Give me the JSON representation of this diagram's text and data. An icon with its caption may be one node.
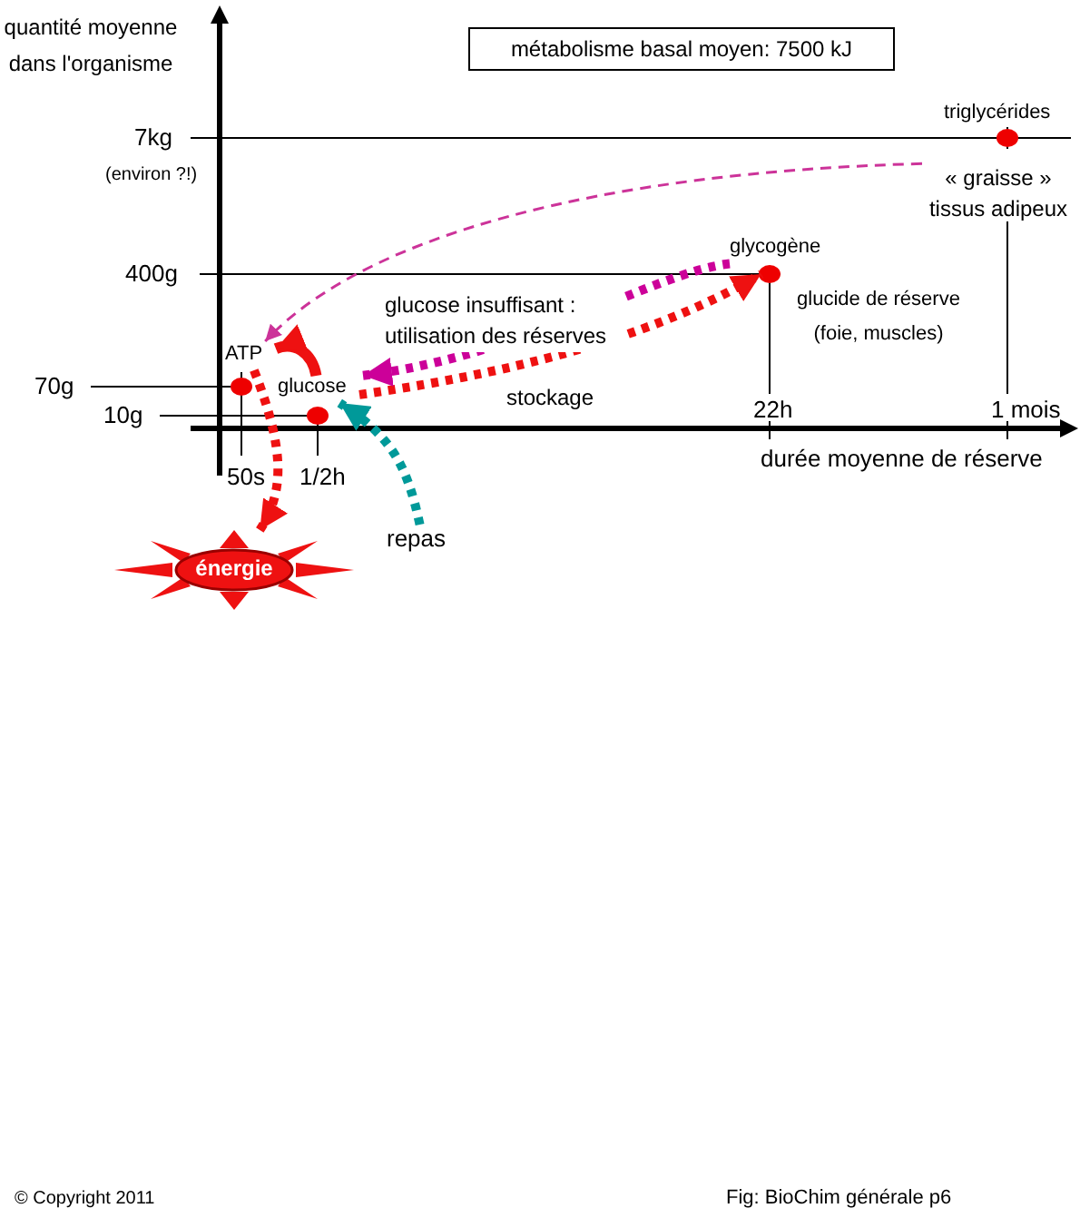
{
  "diagram": {
    "nodes": [
      {
        "text": [
          "métabolisme basal moyen: 7500 kJ"
        ]
      },
      {
        "text": [
          "triglycérides",
          "« graisse » tissus adipeux"
        ]
      },
      {
        "text": [
          "glycogène"
        ],
        "beside": [
          "glucide de réserve (foie, muscles)"
        ]
      },
      {
        "text": [
          "ATP"
        ]
      },
      {
        "text": [
          "glucose"
        ]
      },
      {
        "text": [
          "repas"
        ]
      },
      {
        "text": [
          "énergie"
        ]
      }
    ],
    "edges": [
      {
        "from": 4,
        "to": 3,
        "arrow": "to"
      },
      {
        "from": 3,
        "to": 6,
        "arrow": "to",
        "style": "dashed"
      },
      {
        "from": 5,
        "to": 4,
        "arrow": "to",
        "style": "dashed",
        "color": "#009999"
      },
      {
        "from": 4,
        "to": 2,
        "arrow": "to",
        "style": "dashed",
        "label": "stockage"
      },
      {
        "from": 2,
        "to": 4,
        "arrow": "to",
        "style": "dashed",
        "label": "glucose insuffisant : utilisation des réserves",
        "color": "#cc0099"
      },
      {
        "from": 1,
        "to": 3,
        "arrow": "to",
        "style": "dashed",
        "color": "#cc3399"
      }
    ],
    "labels": [
      "quantité moyenne dans l'organisme",
      "7kg",
      "(environ ?!)",
      "400g",
      "70g",
      "10g",
      "50s",
      "1/2h",
      "22h",
      "1 mois",
      "durée moyenne de réserve",
      "© Copyright 2011",
      "Fig: BioChim générale p6"
    ]
  }
}
